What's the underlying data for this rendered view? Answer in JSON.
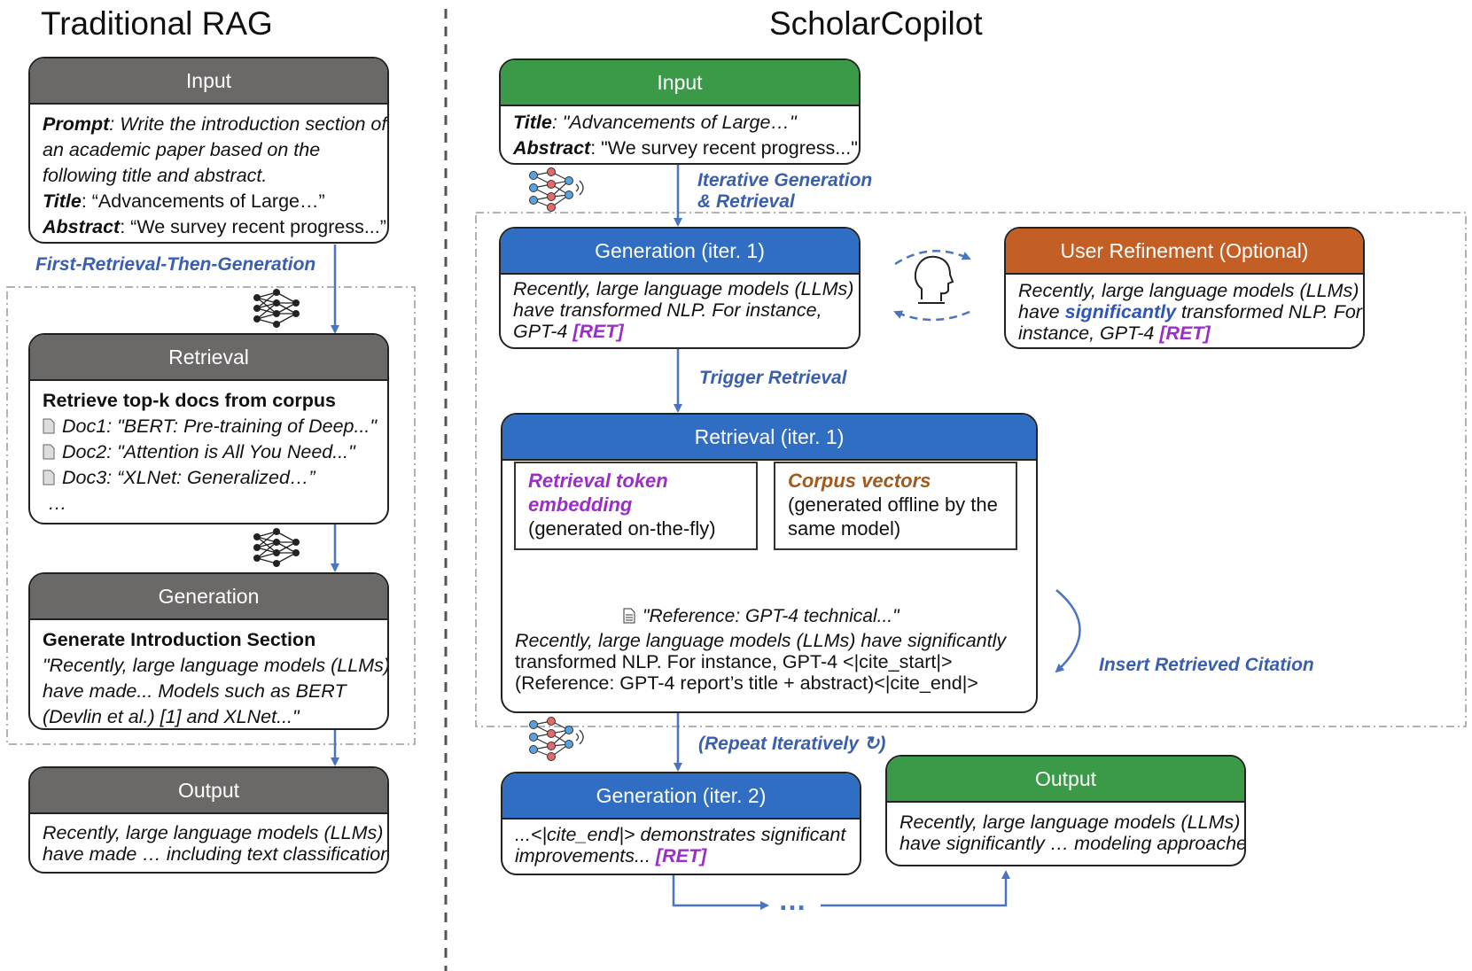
{
  "left": {
    "title": "Traditional RAG",
    "input": {
      "header": "Input",
      "prompt_label": "Prompt",
      "prompt_l1": ": Write the introduction section of",
      "prompt_l2": "an academic paper based on the",
      "prompt_l3": "following title and abstract.",
      "title_label": "Title",
      "title_text": ": “Advancements of Large…”",
      "abstract_label": "Abstract",
      "abstract_text": ": “We survey recent progress...”"
    },
    "edge1": "First-Retrieval-Then-Generation",
    "retrieval": {
      "header": "Retrieval",
      "heading": "Retrieve top-k docs from corpus",
      "docs": [
        "Doc1: \"BERT: Pre-training of Deep...\"",
        "Doc2: \"Attention is All You Need...\"",
        "Doc3: “XLNet: Generalized…”"
      ],
      "ellipsis": "…"
    },
    "generation": {
      "header": "Generation",
      "heading": "Generate Introduction Section",
      "l1": "\"Recently, large language models (LLMs)",
      "l2": "have made... Models such as BERT",
      "l3": "(Devlin et al.) [1] and XLNet...\""
    },
    "output": {
      "header": "Output",
      "l1": "Recently, large language models (LLMs)",
      "l2": "have made … including text classification."
    }
  },
  "right": {
    "title": "ScholarCopilot",
    "input": {
      "header": "Input",
      "title_label": "Title",
      "title_text": ": \"Advancements of Large…\"",
      "abstract_label": "Abstract",
      "abstract_text": ": \"We survey recent progress...\""
    },
    "edge_iter_l1": "Iterative Generation",
    "edge_iter_l2": "& Retrieval",
    "gen1": {
      "header": "Generation (iter. 1)",
      "l1": "Recently, large language models (LLMs)",
      "l2": "have transformed NLP. For instance,",
      "l3": "GPT-4 ",
      "ret": "[RET]"
    },
    "user": {
      "header": "User Refinement (Optional)",
      "l1": "Recently, large language models (LLMs)",
      "l2a": "have ",
      "l2b": "significantly",
      "l2c": " transformed NLP. For",
      "l3": "instance, GPT-4 ",
      "ret": "[RET]"
    },
    "edge_trigger": "Trigger Retrieval",
    "ret1": {
      "header": "Retrieval (iter. 1)",
      "box1_l1": "Retrieval token",
      "box1_l2": "embedding",
      "box1_l3": "(generated on-the-fly)",
      "box2_l1": "Corpus vectors",
      "box2_l2": "(generated offline by the",
      "box2_l3": "same model)",
      "reference": "\"Reference: GPT-4 technical...\"",
      "l1": "Recently, large language models (LLMs) have significantly",
      "l2": "transformed NLP. For instance, GPT-4 <|cite_start|>",
      "l3": "(Reference: GPT-4 report’s title + abstract)<|cite_end|>"
    },
    "edge_insert": "Insert Retrieved Citation",
    "edge_repeat": "(Repeat Iteratively ↻)",
    "gen2": {
      "header": "Generation (iter. 2)",
      "l1": "...<|cite_end|>  demonstrates significant",
      "l2": "improvements... ",
      "ret": "[RET]"
    },
    "output": {
      "header": "Output",
      "l1": "Recently, large language models (LLMs)",
      "l2": "have significantly … modeling approaches."
    },
    "dots": "…"
  },
  "colors": {
    "gray_header": "#6b6868",
    "green_header": "#3b9a48",
    "blue_header": "#2f6ec2",
    "orange_header": "#c35f24",
    "arrow_blue": "#4a73c2",
    "ret_purple": "#9a2fc7"
  },
  "icons": [
    "neural-network-icon",
    "colored-neural-network-icon",
    "human-head-icon",
    "document-icon"
  ]
}
